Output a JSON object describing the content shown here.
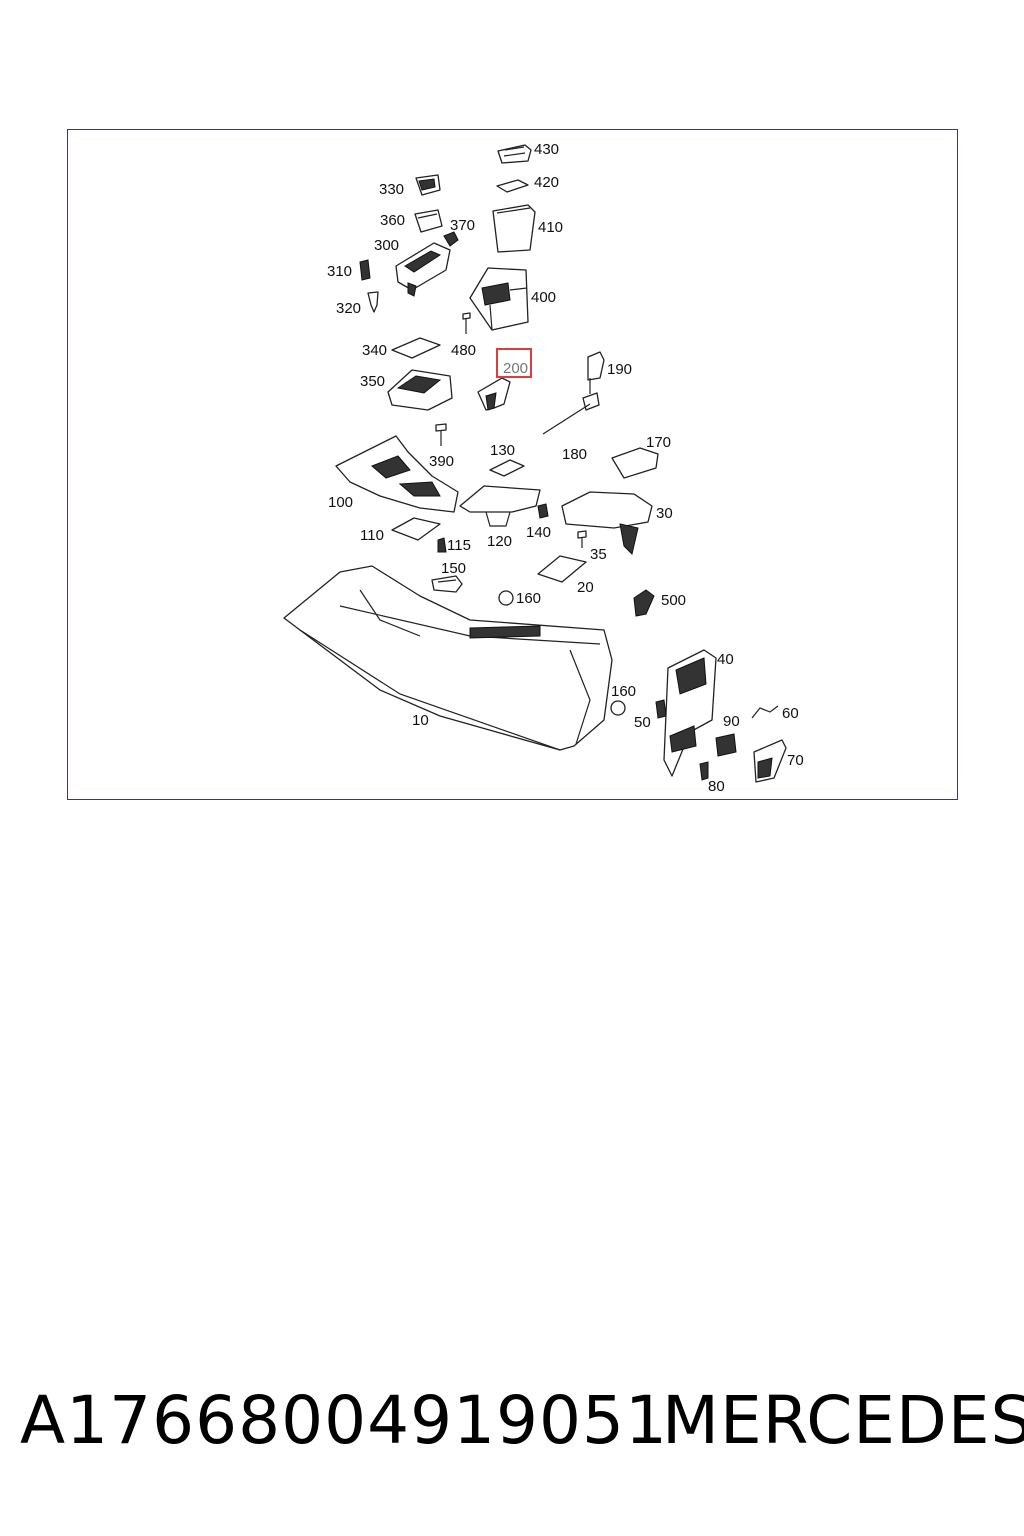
{
  "diagram": {
    "highlight_color": "#e23b3b",
    "highlighted_label": "200",
    "callouts": {
      "c430": "430",
      "c420": "420",
      "c330": "330",
      "c360": "360",
      "c370": "370",
      "c410": "410",
      "c300": "300",
      "c310": "310",
      "c400": "400",
      "c320": "320",
      "c340": "340",
      "c480": "480",
      "c200": "200",
      "c190": "190",
      "c350": "350",
      "c390": "390",
      "c130": "130",
      "c180": "180",
      "c170": "170",
      "c100": "100",
      "c30": "30",
      "c140": "140",
      "c110": "110",
      "c115": "115",
      "c120": "120",
      "c35": "35",
      "c150": "150",
      "c20": "20",
      "c160a": "160",
      "c500": "500",
      "c40": "40",
      "c160b": "160",
      "c60": "60",
      "c50": "50",
      "c90": "90",
      "c10": "10",
      "c70": "70",
      "c80": "80"
    }
  },
  "footer": {
    "part_number": "A17668004919051",
    "brand": "MERCEDES"
  }
}
